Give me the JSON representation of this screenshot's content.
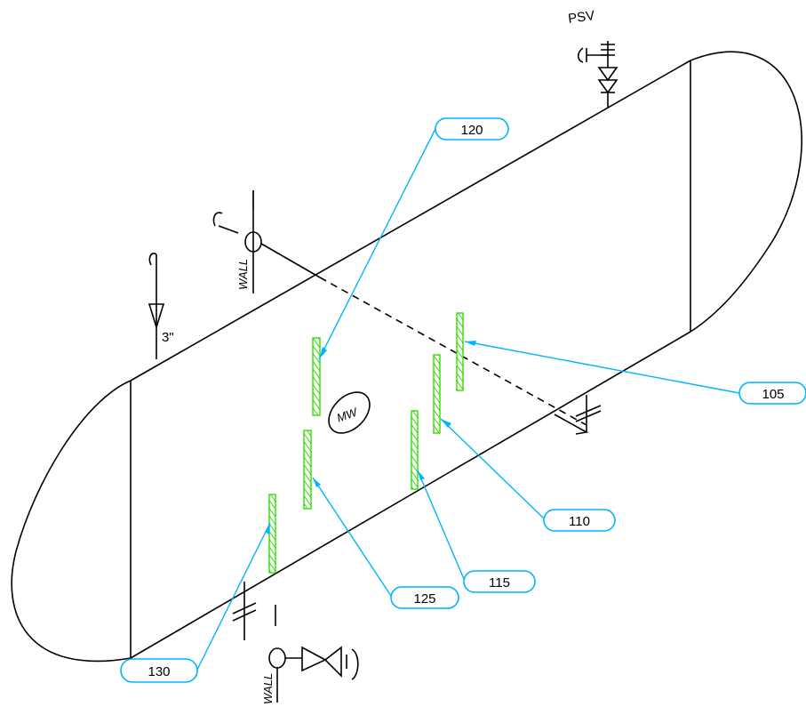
{
  "colors": {
    "leader": "#00b4ff",
    "patch": "#33dd00",
    "ink": "#000000"
  },
  "tags": [
    {
      "id": "t120",
      "text": "120"
    },
    {
      "id": "t105",
      "text": "105"
    },
    {
      "id": "t110",
      "text": "110"
    },
    {
      "id": "t115",
      "text": "115"
    },
    {
      "id": "t125",
      "text": "125"
    },
    {
      "id": "t130",
      "text": "130"
    }
  ],
  "labels": {
    "psv": "PSV",
    "nozzle_size": "3\"",
    "wall_top": "WALL",
    "wall_bottom": "WALL",
    "manway": "MW"
  }
}
